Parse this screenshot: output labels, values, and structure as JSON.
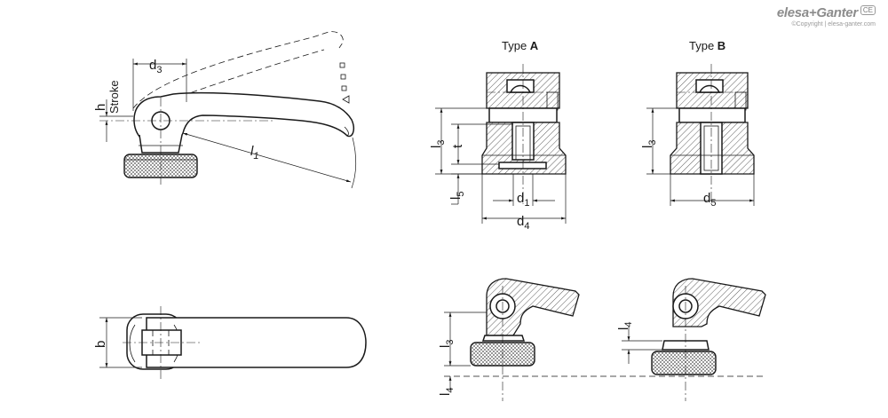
{
  "brand": {
    "name": "elesa+Ganter",
    "copyright": "©Copyright | elesa-ganter.com",
    "mark": "CE"
  },
  "types": {
    "a_prefix": "Type ",
    "a_letter": "A",
    "b_prefix": "Type ",
    "b_letter": "B"
  },
  "dimensions": {
    "d3": {
      "main": "d",
      "sub": "3"
    },
    "h": "h",
    "stroke": "Stroke",
    "l1": {
      "main": "l",
      "sub": "1"
    },
    "b": "b",
    "l3": {
      "main": "l",
      "sub": "3"
    },
    "t": "t",
    "l5": {
      "main": "l",
      "sub": "5"
    },
    "d1": {
      "main": "d",
      "sub": "1"
    },
    "d4": {
      "main": "d",
      "sub": "4"
    },
    "d5": {
      "main": "d",
      "sub": "5"
    },
    "l4": {
      "main": "l",
      "sub": "4"
    }
  }
}
